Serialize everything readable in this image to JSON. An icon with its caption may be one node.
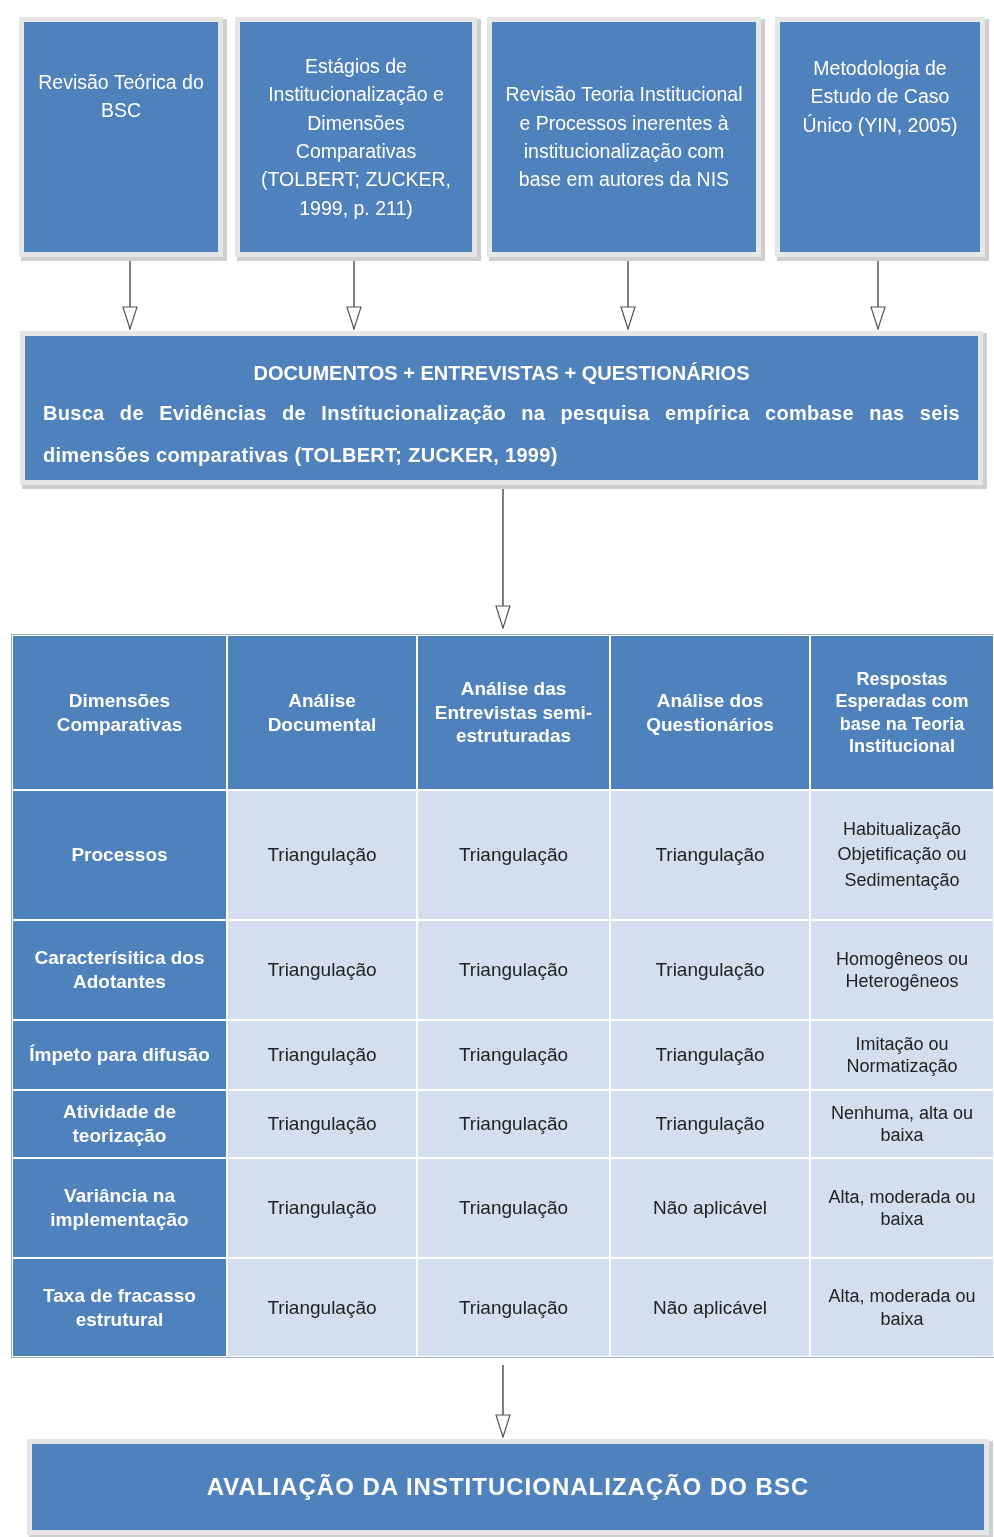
{
  "diagram": {
    "nodes": [
      {
        "text": [
          "Revisão Teórica do BSC"
        ]
      },
      {
        "text": [
          "Estágios de Institucionalização e Dimensões Comparativas (TOLBERT; ZUCKER, 1999, p. 211)"
        ]
      },
      {
        "text": [
          "Revisão Teoria Institucional e Processos inerentes à institucionalização com base em autores da NIS"
        ]
      },
      {
        "text": [
          "Metodologia de Estudo de Caso Único (YIN, 2005)"
        ]
      },
      {
        "text": [
          "DOCUMENTOS + ENTREVISTAS + QUESTIONÁRIOS",
          "Busca de Evidências de Institucionalização na pesquisa empírica combase nas seis dimensões comparativas (TOLBERT; ZUCKER, 1999)"
        ]
      },
      {
        "text": [],
        "shape": "box"
      },
      {
        "text": [
          "AVALIAÇÃO DA INSTITUCIONALIZAÇÃO DO BSC"
        ]
      }
    ],
    "edges": [
      {
        "from": 0,
        "to": 4,
        "arrow": "to"
      },
      {
        "from": 1,
        "to": 4,
        "arrow": "to"
      },
      {
        "from": 2,
        "to": 4,
        "arrow": "to"
      },
      {
        "from": 3,
        "to": 4,
        "arrow": "to"
      },
      {
        "from": 4,
        "to": 5,
        "arrow": "to"
      },
      {
        "from": 5,
        "to": 6,
        "arrow": "to"
      }
    ],
    "labels": [
      "Dimensões Comparativas",
      "Análise Documental",
      "Análise das Entrevistas semi-estruturadas",
      "Análise dos Questionários",
      "Respostas Esperadas com base na Teoria Institucional",
      "Processos",
      "Triangulação",
      "Triangulação",
      "Triangulação",
      "Habitualização Objetificação ou Sedimentação",
      "Caracterísitica dos Adotantes",
      "Triangulação",
      "Triangulação",
      "Triangulação",
      "Homogêneos ou Heterogêneos",
      "Ímpeto para difusão",
      "Triangulação",
      "Triangulação",
      "Triangulação",
      "Imitação ou Normatização",
      "Atividade de teorização",
      "Triangulação",
      "Triangulação",
      "Triangulação",
      "Nenhuma, alta ou baixa",
      "Variância na implementação",
      "Triangulação",
      "Triangulação",
      "Não aplicável",
      "Alta, moderada ou baixa",
      "Taxa de fracasso estrutural",
      "Triangulação",
      "Triangulação",
      "Não aplicável",
      "Alta, moderada ou baixa"
    ]
  }
}
